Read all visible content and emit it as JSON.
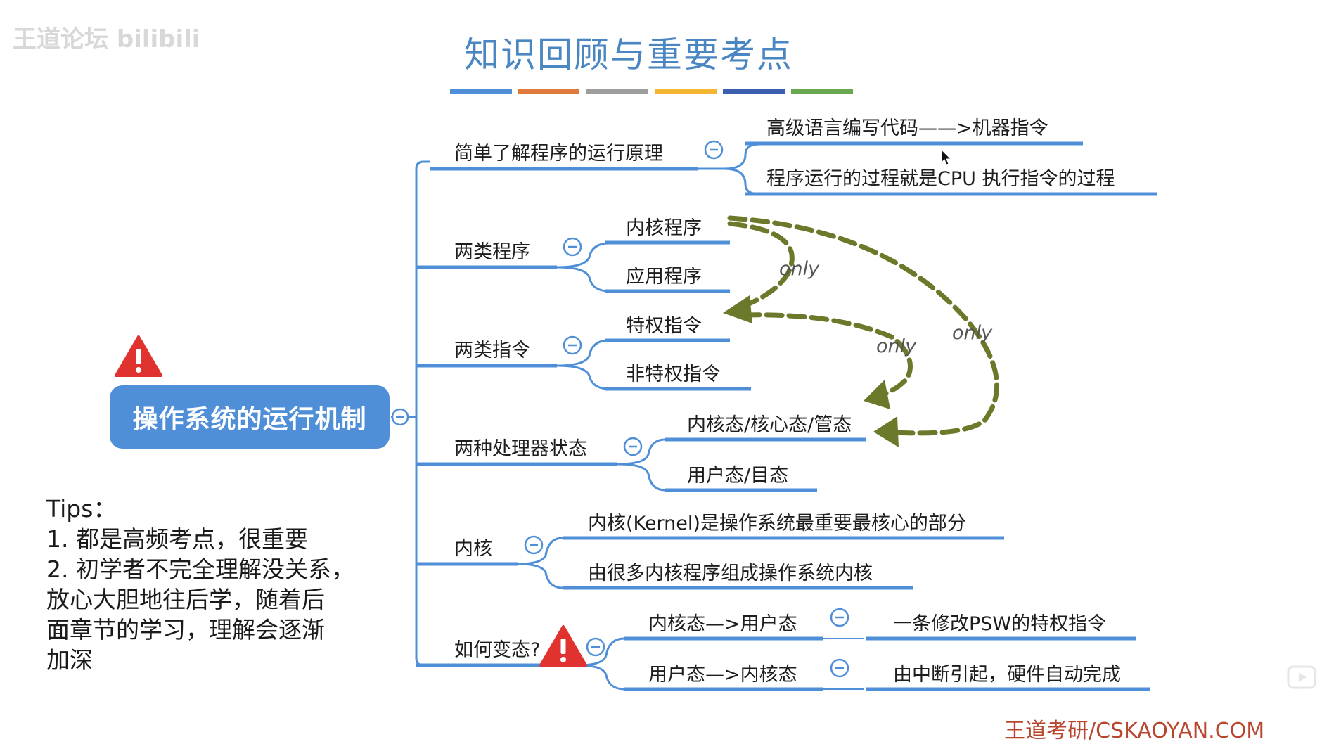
{
  "watermark": "王道论坛 bilibili",
  "title": "知识回顾与重要考点",
  "colors": {
    "title": "#4a86c2",
    "branch_line": "#4f8fd8",
    "arrow": "#6b7a2a",
    "stripe": [
      "#4f8fd8",
      "#e07a3a",
      "#9e9e9e",
      "#f2b632",
      "#3a5fb0",
      "#6aa84f"
    ],
    "warning": "#e0322f"
  },
  "root": "操作系统的运行机制",
  "branches": [
    {
      "label": "简单了解程序的运行原理",
      "children": [
        "高级语言编写代码——>机器指令",
        "程序运行的过程就是CPU 执行指令的过程"
      ]
    },
    {
      "label": "两类程序",
      "children": [
        "内核程序",
        "应用程序"
      ]
    },
    {
      "label": "两类指令",
      "children": [
        "特权指令",
        "非特权指令"
      ]
    },
    {
      "label": "两种处理器状态",
      "children": [
        "内核态/核心态/管态",
        "用户态/目态"
      ]
    },
    {
      "label": "内核",
      "children": [
        "内核(Kernel)是操作系统最重要最核心的部分",
        "由很多内核程序组成操作系统内核"
      ]
    },
    {
      "label": "如何变态?",
      "children": [
        {
          "label": "内核态—>用户态",
          "detail": "一条修改PSW的特权指令"
        },
        {
          "label": "用户态—>内核态",
          "detail": "由中断引起，硬件自动完成"
        }
      ]
    }
  ],
  "arrow_labels": [
    "only",
    "only",
    "only"
  ],
  "tips": {
    "heading": "Tips：",
    "lines": [
      "1. 都是高频考点，很重要",
      "2. 初学者不完全理解没关系，",
      "放心大胆地往后学，随着后",
      "面章节的学习，理解会逐渐",
      "加深"
    ]
  },
  "footer": "王道考研/CSKAOYAN.COM",
  "icons": [
    "warning-icon",
    "collapse-icon",
    "cursor-icon",
    "play-icon"
  ]
}
